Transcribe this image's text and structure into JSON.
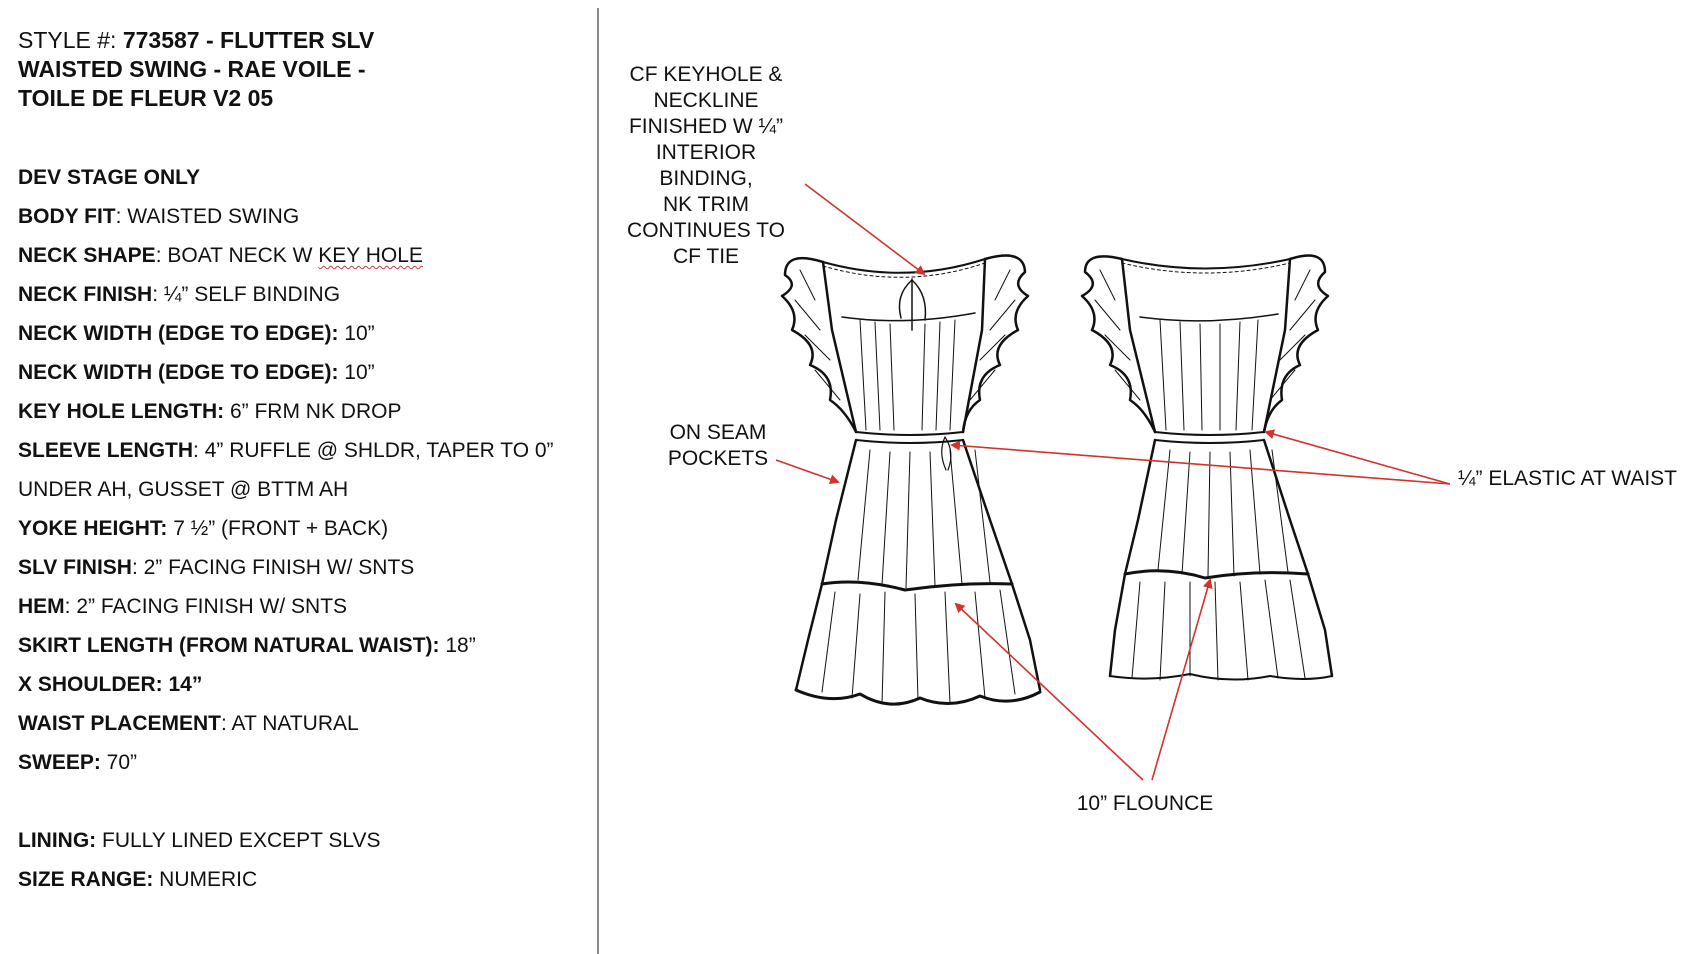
{
  "style": {
    "label": "STYLE #: ",
    "line1": "773587 - FLUTTER SLV",
    "line2": "WAISTED SWING - RAE VOILE -",
    "line3": "TOILE DE FLEUR V2 05"
  },
  "specs": [
    {
      "label": "DEV STAGE ONLY",
      "value": ""
    },
    {
      "label": "BODY FIT",
      "value": ": WAISTED SWING"
    },
    {
      "label": "NECK SHAPE",
      "value": ": BOAT NECK W ",
      "value_marked": "KEY HOLE"
    },
    {
      "label": "NECK FINISH",
      "value": ": ¼” SELF BINDING"
    },
    {
      "label": "NECK WIDTH (EDGE TO EDGE):",
      "value": " 10”"
    },
    {
      "label": "NECK WIDTH (EDGE TO EDGE):",
      "value": " 10”"
    },
    {
      "label": "KEY HOLE LENGTH:",
      "value": " 6” FRM NK DROP"
    },
    {
      "label": "SLEEVE LENGTH",
      "value": ": 4” RUFFLE @ SHLDR, TAPER TO 0”"
    },
    {
      "label": "",
      "value": "UNDER AH, GUSSET @ BTTM AH"
    },
    {
      "label": "YOKE HEIGHT:",
      "value": " 7 ½” (FRONT + BACK)"
    },
    {
      "label": "SLV FINISH",
      "value": ": 2” FACING FINISH W/ SNTS"
    },
    {
      "label": "HEM",
      "value": ": 2” FACING FINISH W/ SNTS"
    },
    {
      "label": "SKIRT LENGTH (FROM NATURAL WAIST):",
      "value": " 18”"
    },
    {
      "label": "X SHOULDER: 14”",
      "value": ""
    },
    {
      "label": "WAIST PLACEMENT",
      "value": ": AT NATURAL"
    },
    {
      "label": "SWEEP:",
      "value": " 70”"
    },
    {
      "label": "LINING:",
      "value": " FULLY LINED EXCEPT SLVS"
    },
    {
      "label": "SIZE RANGE:",
      "value": " NUMERIC"
    }
  ],
  "callouts": {
    "keyhole": [
      "CF KEYHOLE &",
      "NECKLINE",
      "FINISHED W ¼”",
      "INTERIOR",
      "BINDING,",
      "NK TRIM",
      "CONTINUES TO",
      "CF TIE"
    ],
    "pockets": [
      "ON SEAM",
      "POCKETS"
    ],
    "elastic": "¼” ELASTIC AT WAIST",
    "flounce": "10” FLOUNCE"
  },
  "colors": {
    "arrow": "#d2332b",
    "divider": "#8a8a8a",
    "sketch": "#111111"
  }
}
